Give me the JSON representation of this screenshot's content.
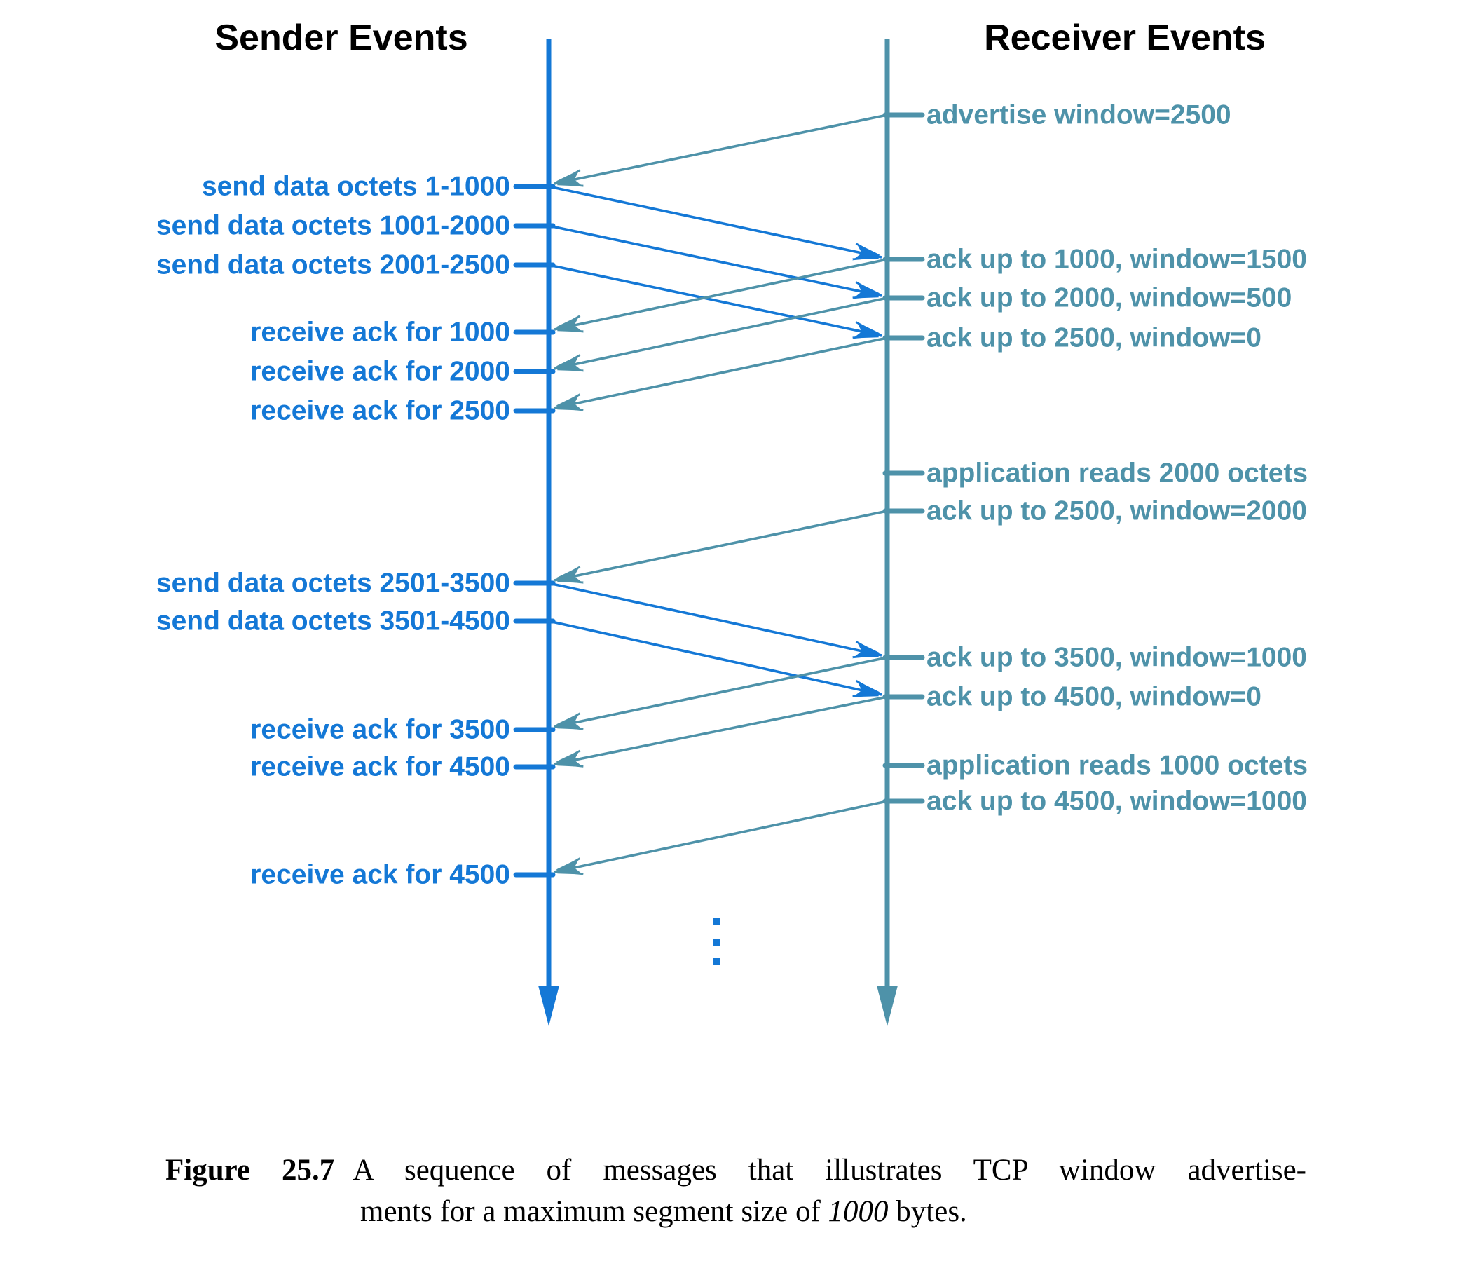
{
  "titles": {
    "sender": "Sender Events",
    "receiver": "Receiver Events"
  },
  "colors": {
    "sender_blue": "#1478d6",
    "receiver_teal": "#4e92a9",
    "title_black": "#000000"
  },
  "diagram": {
    "sender_events": [
      {
        "label": "send data octets 1-1000"
      },
      {
        "label": "send data octets 1001-2000"
      },
      {
        "label": "send data octets 2001-2500"
      },
      {
        "label": "receive ack for 1000"
      },
      {
        "label": "receive ack for 2000"
      },
      {
        "label": "receive ack for 2500"
      },
      {
        "label": "send data octets 2501-3500"
      },
      {
        "label": "send data octets 3501-4500"
      },
      {
        "label": "receive ack for 3500"
      },
      {
        "label": "receive ack for 4500"
      },
      {
        "label": "receive ack for 4500"
      }
    ],
    "receiver_events": [
      {
        "label": "advertise window=2500"
      },
      {
        "label": "ack up to 1000, window=1500"
      },
      {
        "label": "ack up to 2000, window=500"
      },
      {
        "label": "ack up to 2500, window=0"
      },
      {
        "label": "application reads 2000 octets"
      },
      {
        "label": "ack up to 2500, window=2000"
      },
      {
        "label": "ack up to 3500, window=1000"
      },
      {
        "label": "ack up to 4500, window=0"
      },
      {
        "label": "application reads 1000 octets"
      },
      {
        "label": "ack up to 4500, window=1000"
      }
    ],
    "messages": [
      {
        "from": "advertise window=2500",
        "to": "send data octets 1-1000",
        "direction": "receiver-to-sender"
      },
      {
        "from": "send data octets 1-1000",
        "to": "ack up to 1000, window=1500",
        "direction": "sender-to-receiver"
      },
      {
        "from": "send data octets 1001-2000",
        "to": "ack up to 2000, window=500",
        "direction": "sender-to-receiver"
      },
      {
        "from": "send data octets 2001-2500",
        "to": "ack up to 2500, window=0",
        "direction": "sender-to-receiver"
      },
      {
        "from": "ack up to 1000, window=1500",
        "to": "receive ack for 1000",
        "direction": "receiver-to-sender"
      },
      {
        "from": "ack up to 2000, window=500",
        "to": "receive ack for 2000",
        "direction": "receiver-to-sender"
      },
      {
        "from": "ack up to 2500, window=0",
        "to": "receive ack for 2500",
        "direction": "receiver-to-sender"
      },
      {
        "from": "ack up to 2500, window=2000",
        "to": "send data octets 2501-3500",
        "direction": "receiver-to-sender"
      },
      {
        "from": "send data octets 2501-3500",
        "to": "ack up to 3500, window=1000",
        "direction": "sender-to-receiver"
      },
      {
        "from": "send data octets 3501-4500",
        "to": "ack up to 4500, window=0",
        "direction": "sender-to-receiver"
      },
      {
        "from": "ack up to 3500, window=1000",
        "to": "receive ack for 3500",
        "direction": "receiver-to-sender"
      },
      {
        "from": "ack up to 4500, window=0",
        "to": "receive ack for 4500",
        "direction": "receiver-to-sender"
      },
      {
        "from": "ack up to 4500, window=1000",
        "to": "receive ack for 4500",
        "direction": "receiver-to-sender"
      }
    ],
    "continuation_ellipsis": "vertical-ellipsis"
  },
  "caption": {
    "figure_label": "Figure 25.7",
    "line1": "A sequence of messages that illustrates TCP window advertise-",
    "line2_prefix": "ments for a maximum segment size of ",
    "line2_italic": "1000",
    "line2_suffix": " bytes."
  }
}
